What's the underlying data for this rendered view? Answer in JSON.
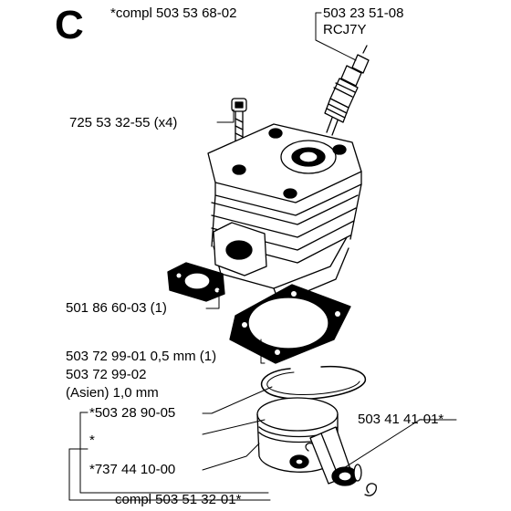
{
  "section_letter": "C",
  "labels": {
    "compl_head": "*compl 503 53 68-02",
    "spark_plug_part": "503 23 51-08",
    "spark_plug_type": "RCJ7Y",
    "screw": "725 53 32-55 (x4)",
    "exhaust_gasket": "501 86 60-03 (1)",
    "base_gasket_1": "503 72 99-01 0,5 mm (1)",
    "base_gasket_2": "503 72 99-02",
    "base_gasket_2b": "(Asien) 1,0 mm",
    "piston_ring": "*503 28 90-05",
    "star": "*",
    "piston": "*737 44 10-00",
    "needle_bearing": "503 41 41-01*",
    "compl_piston": "compl 503 51 32-01*"
  }
}
